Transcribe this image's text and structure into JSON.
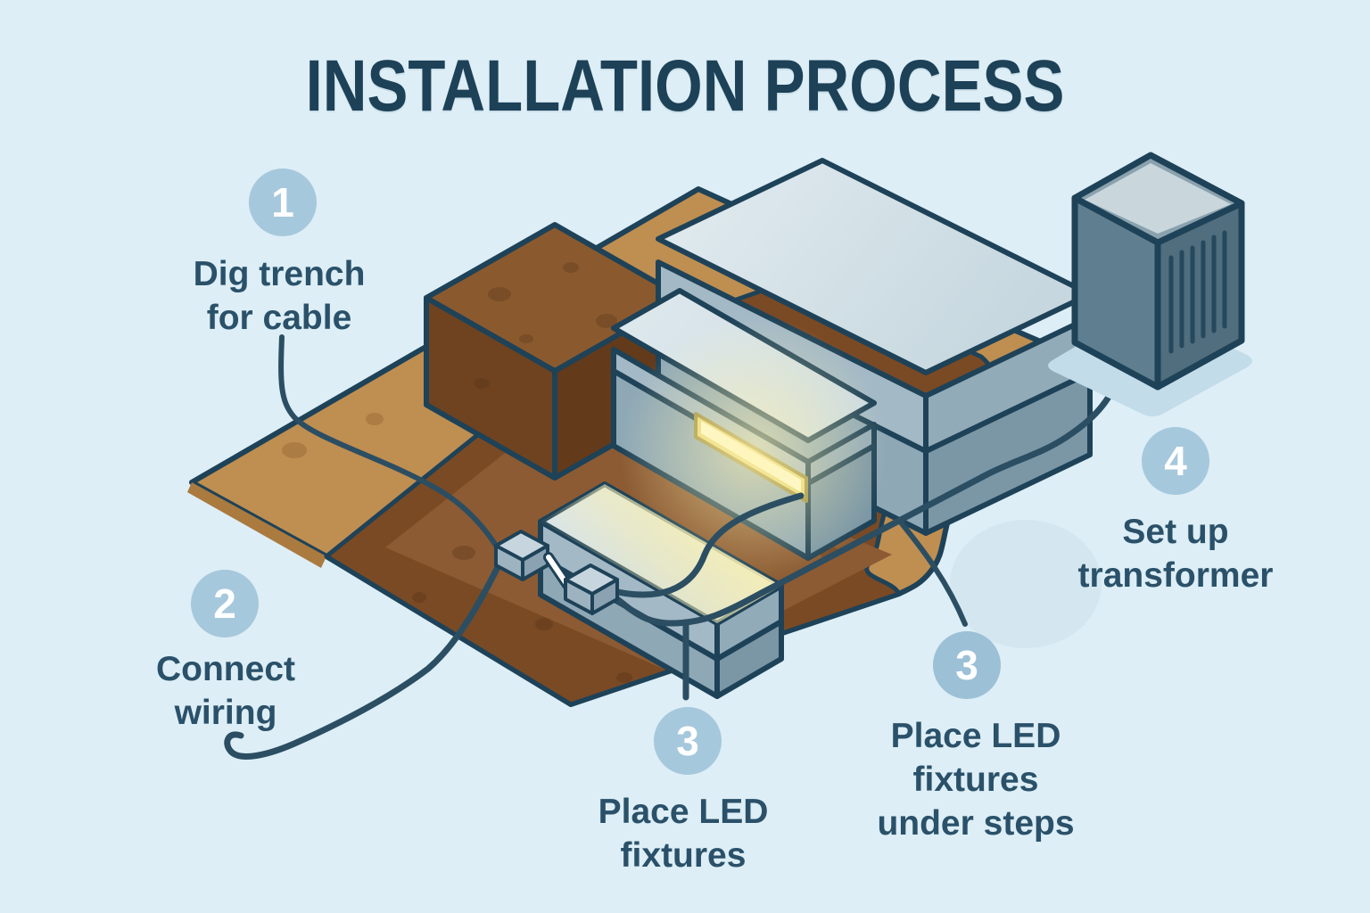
{
  "title": "INSTALLATION PROCESS",
  "steps": [
    {
      "number": "1",
      "lines": [
        "Dig trench",
        "for cable"
      ]
    },
    {
      "number": "2",
      "lines": [
        "Connect",
        "wiring"
      ]
    },
    {
      "number": "3",
      "lines": [
        "Place LED",
        "fixtures"
      ]
    },
    {
      "number": "3",
      "lines": [
        "Place LED",
        "fixtures",
        "under steps"
      ]
    },
    {
      "number": "4",
      "lines": [
        "Set up",
        "transformer"
      ]
    }
  ],
  "colors": {
    "background": "#ddeef6",
    "title": "#1d4157",
    "label": "#2a5169",
    "badge": "#a6c8dc",
    "badge_number": "#ffffff",
    "outline": "#1e4258",
    "cable": "#2b4e63",
    "ground_tan": "#bf8e51",
    "soil_dark": "#7a4a24",
    "soil_floor": "#8c5b33",
    "step_top": "#d9e5ea",
    "step_face": "#a3b9c6",
    "step_side": "#8ea8b6",
    "led_strip": "#f9efae",
    "transformer_front": "#5f7f90",
    "transformer_side": "#506e7d",
    "transformer_top": "#8aa2ae"
  },
  "scene": {
    "objects": [
      "trench",
      "garden-steps",
      "led-strip",
      "cable-connectors",
      "transformer",
      "cables"
    ]
  }
}
